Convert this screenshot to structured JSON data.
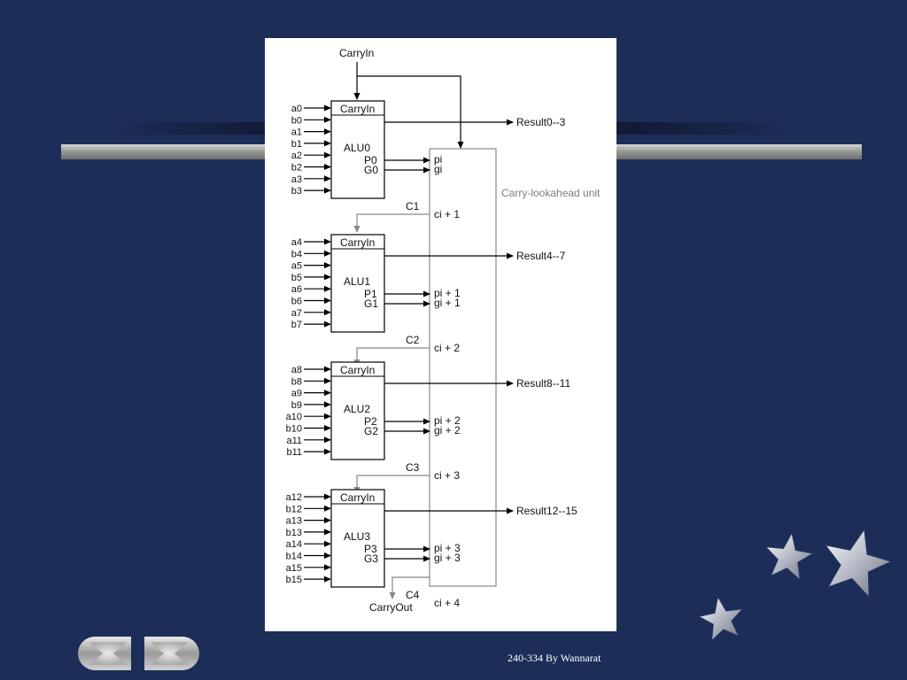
{
  "slide": {
    "footer_text": "240-334 By Wannarat",
    "nav": {
      "prev_icon": "previous-slide-icon",
      "next_icon": "next-slide-icon"
    },
    "decoration_icon": "star-icon"
  },
  "diagram": {
    "carry_in_label": "CarryIn",
    "carry_out_label": "CarryOut",
    "cla_label": "Carry-lookahead unit",
    "alus": [
      {
        "name": "ALU0",
        "carry_in": "CarryIn",
        "inputs": [
          "a0",
          "b0",
          "a1",
          "b1",
          "a2",
          "b2",
          "a3",
          "b3"
        ],
        "p": "P0",
        "g": "G0",
        "result": "Result0--3",
        "pi": "pi",
        "gi": "gi",
        "carry": "C1",
        "ci": "ci + 1"
      },
      {
        "name": "ALU1",
        "carry_in": "CarryIn",
        "inputs": [
          "a4",
          "b4",
          "a5",
          "b5",
          "a6",
          "b6",
          "a7",
          "b7"
        ],
        "p": "P1",
        "g": "G1",
        "result": "Result4--7",
        "pi": "pi + 1",
        "gi": "gi + 1",
        "carry": "C2",
        "ci": "ci + 2"
      },
      {
        "name": "ALU2",
        "carry_in": "CarryIn",
        "inputs": [
          "a8",
          "b8",
          "a9",
          "b9",
          "a10",
          "b10",
          "a11",
          "b11"
        ],
        "p": "P2",
        "g": "G2",
        "result": "Result8--11",
        "pi": "pi + 2",
        "gi": "gi + 2",
        "carry": "C3",
        "ci": "ci + 3"
      },
      {
        "name": "ALU3",
        "carry_in": "CarryIn",
        "inputs": [
          "a12",
          "b12",
          "a13",
          "b13",
          "a14",
          "b14",
          "a15",
          "b15"
        ],
        "p": "P3",
        "g": "G3",
        "result": "Result12--15",
        "pi": "pi + 3",
        "gi": "gi + 3",
        "carry": "C4",
        "ci": "ci + 4"
      }
    ]
  }
}
